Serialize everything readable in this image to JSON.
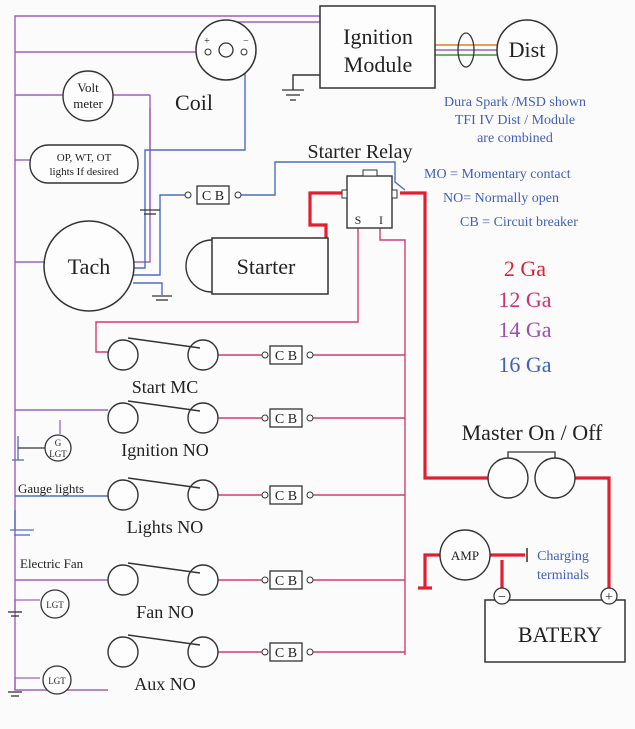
{
  "components": {
    "ignition_module_line1": "Ignition",
    "ignition_module_line2": "Module",
    "dist": "Dist",
    "coil": "Coil",
    "coil_plus": "+",
    "coil_minus": "−",
    "volt_line1": "Volt",
    "volt_line2": "meter",
    "lights_line1": "OP, WT, OT",
    "lights_line2": "lights If desired",
    "tach": "Tach",
    "starter": "Starter",
    "starter_relay": "Starter Relay",
    "relay_s": "S",
    "relay_i": "I",
    "cb": "C B",
    "master": "Master On / Off",
    "amp": "AMP",
    "charging_line1": "Charging",
    "charging_line2": "terminals",
    "battery": "BATERY",
    "batt_minus": "−",
    "batt_plus": "+",
    "g_lgt_line1": "G",
    "g_lgt_line2": "LGT",
    "lgt": "LGT"
  },
  "switches": [
    {
      "label": "Start  MC"
    },
    {
      "label": "Ignition  NO"
    },
    {
      "label": "Lights  NO"
    },
    {
      "label": "Fan NO"
    },
    {
      "label": "Aux NO"
    }
  ],
  "side_labels": {
    "gauge_lights": "Gauge lights",
    "electric_fan": "Electric Fan"
  },
  "notes": {
    "dura_line1": "Dura Spark /MSD shown",
    "dura_line2": "TFI IV Dist / Module",
    "dura_line3": "are combined",
    "mo": "MO = Momentary contact",
    "no": "NO= Normally open",
    "cb": "CB = Circuit breaker"
  },
  "legend": [
    {
      "label": "2 Ga",
      "color": "#e02030"
    },
    {
      "label": "12 Ga",
      "color": "#d03070"
    },
    {
      "label": "14 Ga",
      "color": "#9a4fb0"
    },
    {
      "label": "16 Ga",
      "color": "#3f5fbf"
    }
  ],
  "colors": {
    "gauge_2": "#e02030",
    "gauge_12": "#d04070",
    "gauge_14": "#a060c0",
    "gauge_16": "#4a6fc0"
  }
}
